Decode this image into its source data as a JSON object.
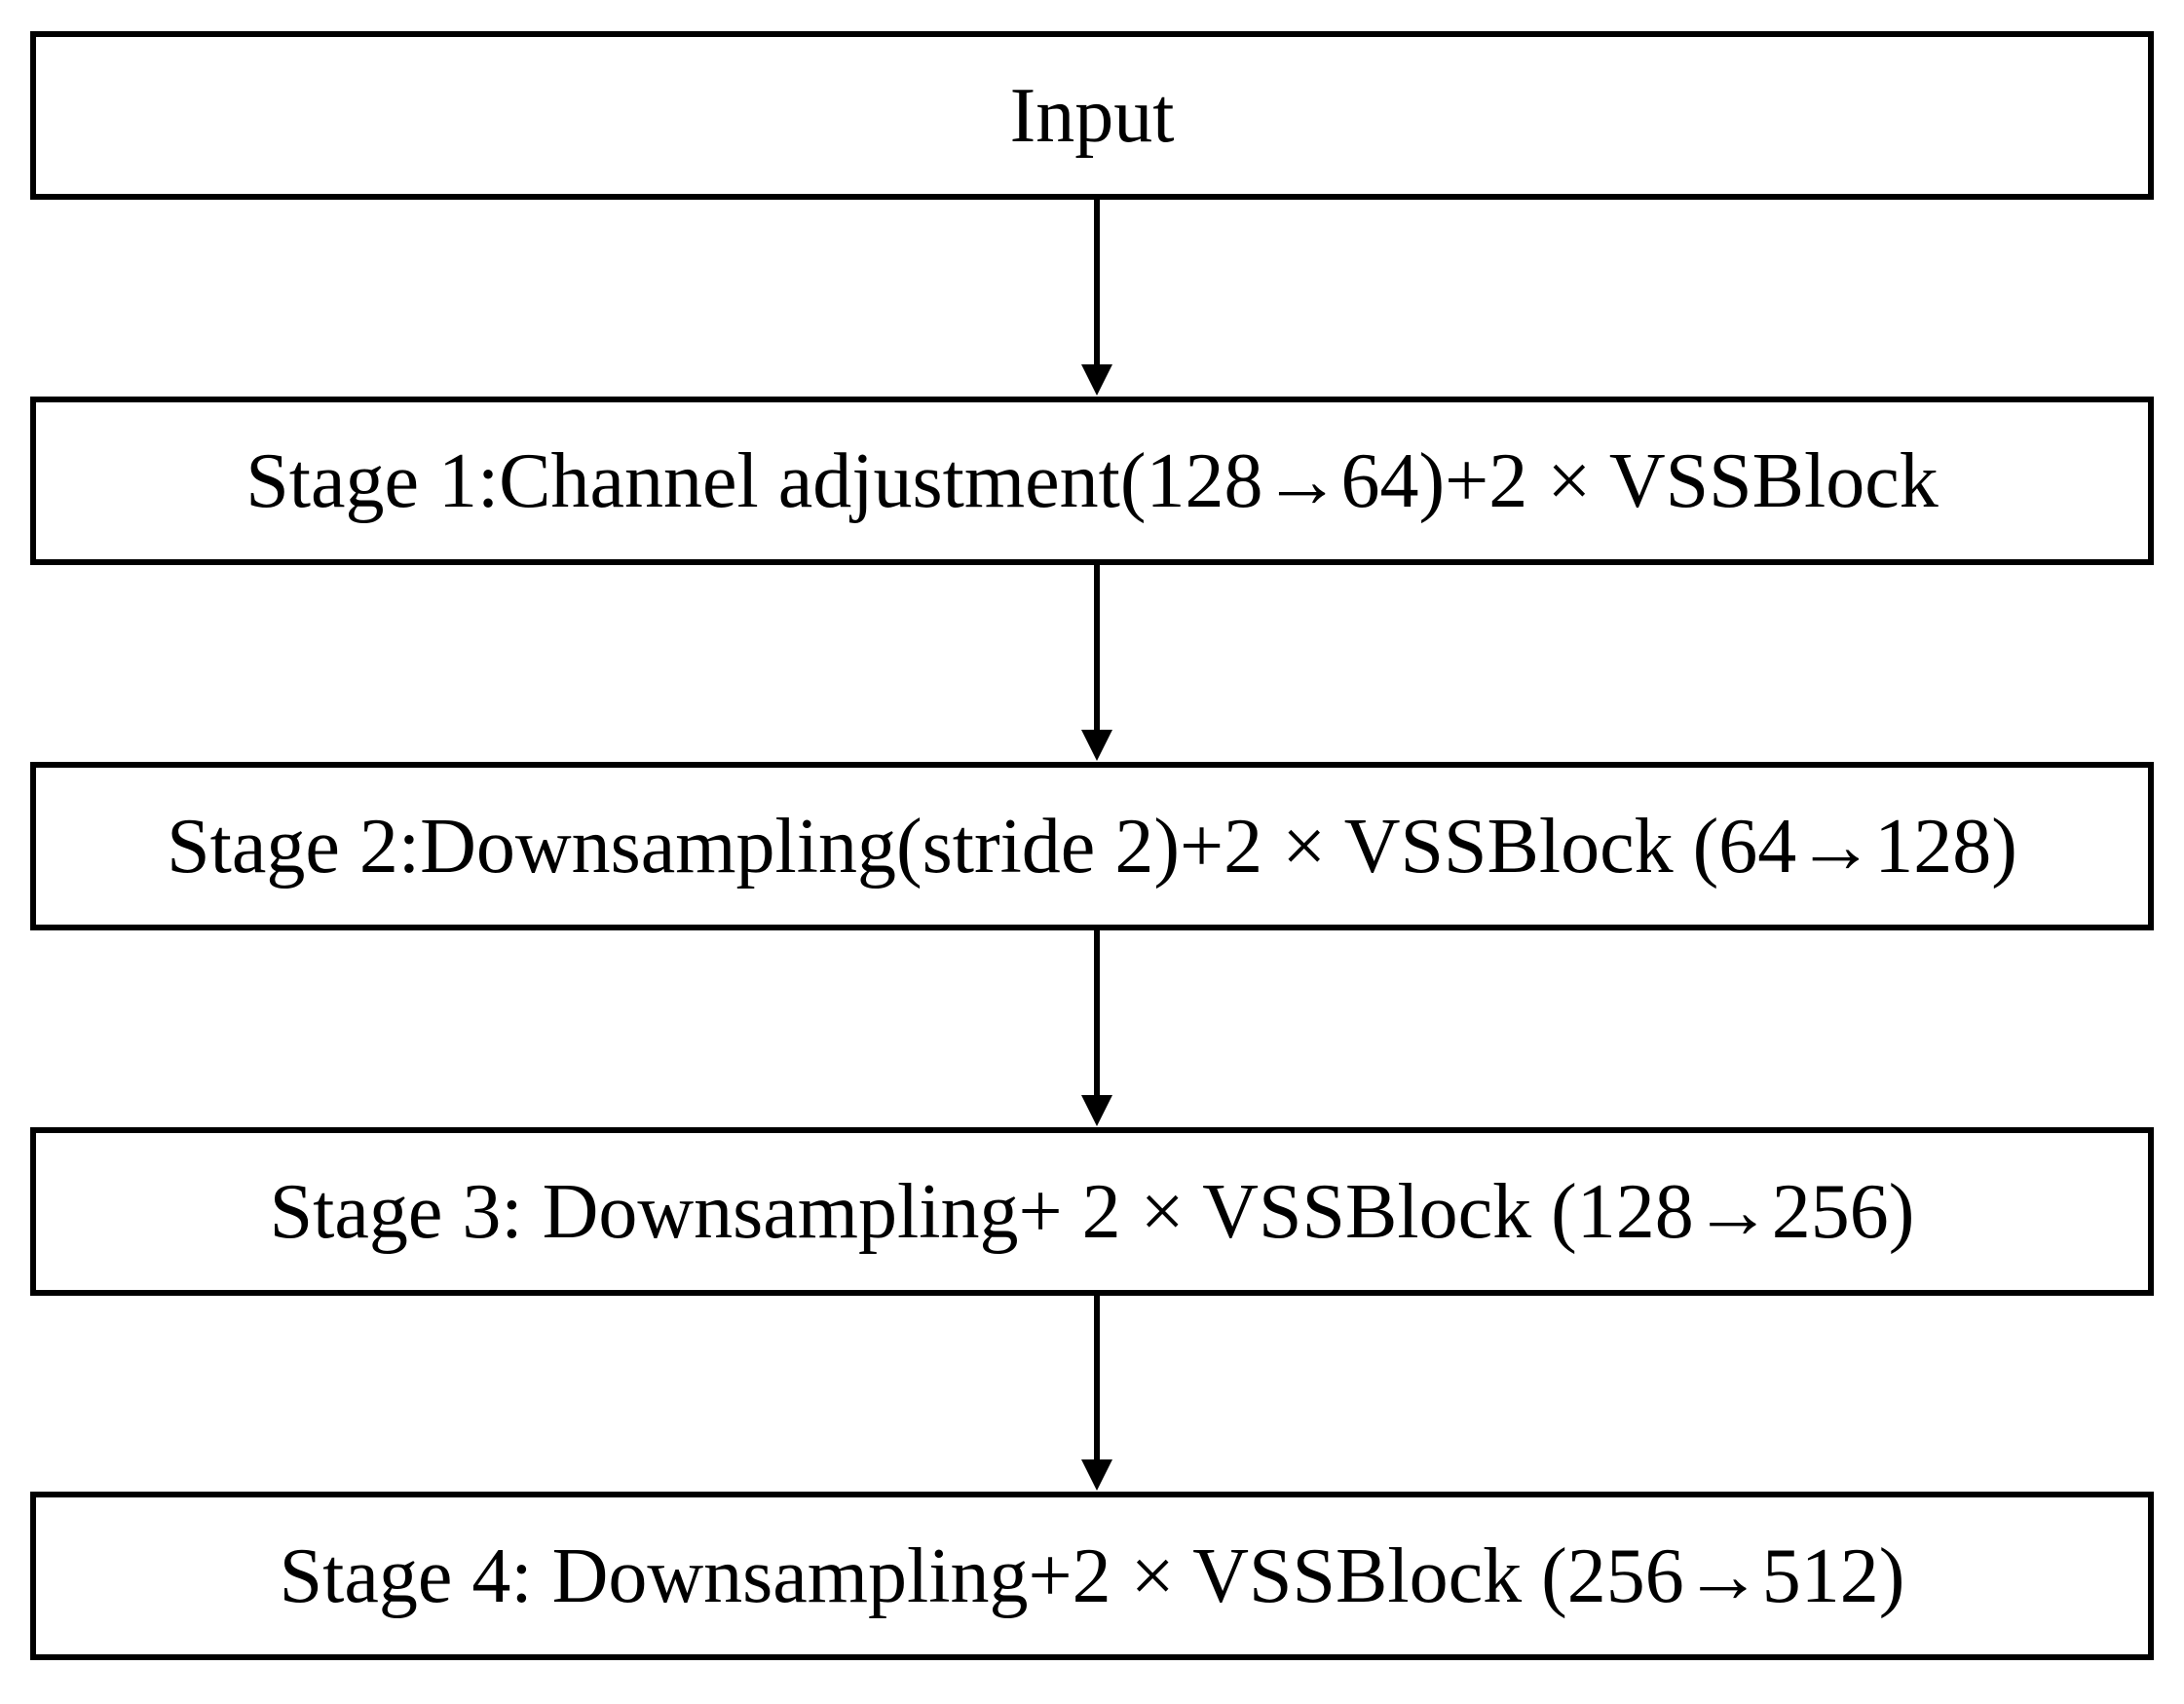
{
  "diagram": {
    "boxes": [
      {
        "id": "input",
        "label": "Input"
      },
      {
        "id": "stage-1",
        "label": "Stage 1:Channel adjustment(128→64)+2 × VSSBlock"
      },
      {
        "id": "stage-2",
        "label": "Stage 2:Downsampling(stride 2)+2 × VSSBlock (64→128)"
      },
      {
        "id": "stage-3",
        "label": "Stage 3: Downsampling+ 2 × VSSBlock (128→256)"
      },
      {
        "id": "stage-4",
        "label": "Stage 4: Downsampling+2 × VSSBlock (256→512)"
      }
    ],
    "edges": [
      {
        "from": "input",
        "to": "stage-1"
      },
      {
        "from": "stage-1",
        "to": "stage-2"
      },
      {
        "from": "stage-2",
        "to": "stage-3"
      },
      {
        "from": "stage-3",
        "to": "stage-4"
      }
    ],
    "colors": {
      "stroke": "#000000",
      "fill": "#ffffff",
      "text": "#000000"
    }
  }
}
